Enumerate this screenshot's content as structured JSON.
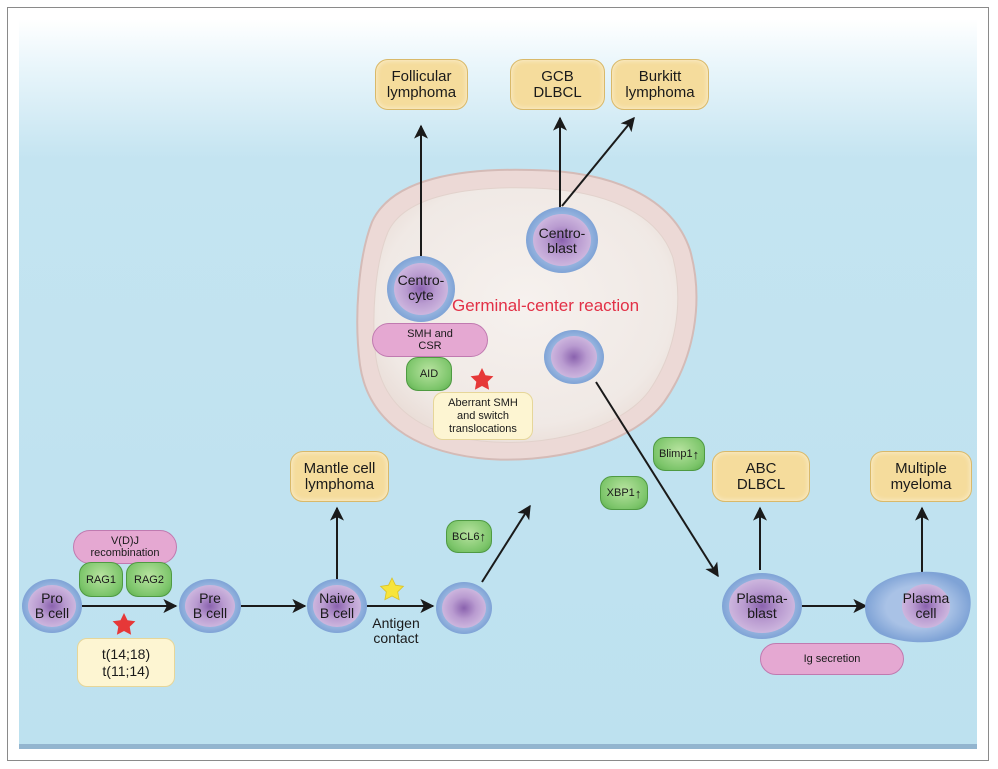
{
  "cells": {
    "pro_b": "Pro\nB cell",
    "pre_b": "Pre\nB cell",
    "naive_b": "Naive\nB cell",
    "centrocyte": "Centro-\ncyte",
    "centroblast": "Centro-\nblast",
    "plasmablast": "Plasma-\nblast",
    "plasma_cell": "Plasma\ncell"
  },
  "lymphomas": {
    "follicular": "Follicular\nlymphoma",
    "gcb_dlbcl": "GCB\nDLBCL",
    "burkitt": "Burkitt\nlymphoma",
    "mantle": "Mantle cell\nlymphoma",
    "abc_dlbcl": "ABC\nDLBCL",
    "myeloma": "Multiple\nmyeloma"
  },
  "processes": {
    "vdj": "V(D)J\nrecombination",
    "smh_csr": "SMH and\nCSR",
    "ig_secretion": "Ig secretion"
  },
  "enzymes": {
    "rag1": "RAG1",
    "rag2": "RAG2",
    "aid": "AID",
    "bcl6": "BCL6",
    "xbp1": "XBP1",
    "blimp1": "Blimp1"
  },
  "up_arrow": "↑",
  "notes": {
    "translocations": "t(14;18)\nt(11;14)",
    "aberrant": "Aberrant SMH\nand switch\ntranslocations"
  },
  "labels": {
    "antigen_contact": "Antigen\ncontact",
    "germinal_center": "Germinal-center reaction"
  },
  "colors": {
    "red_star": "#e63838",
    "yellow_star": "#f7e43b",
    "gc_title": "#e23046",
    "lymphoma_box": "#f5dc9c",
    "enzyme": "#7cc56a",
    "process": "#e5a8d2",
    "background": "#bde1ef"
  }
}
